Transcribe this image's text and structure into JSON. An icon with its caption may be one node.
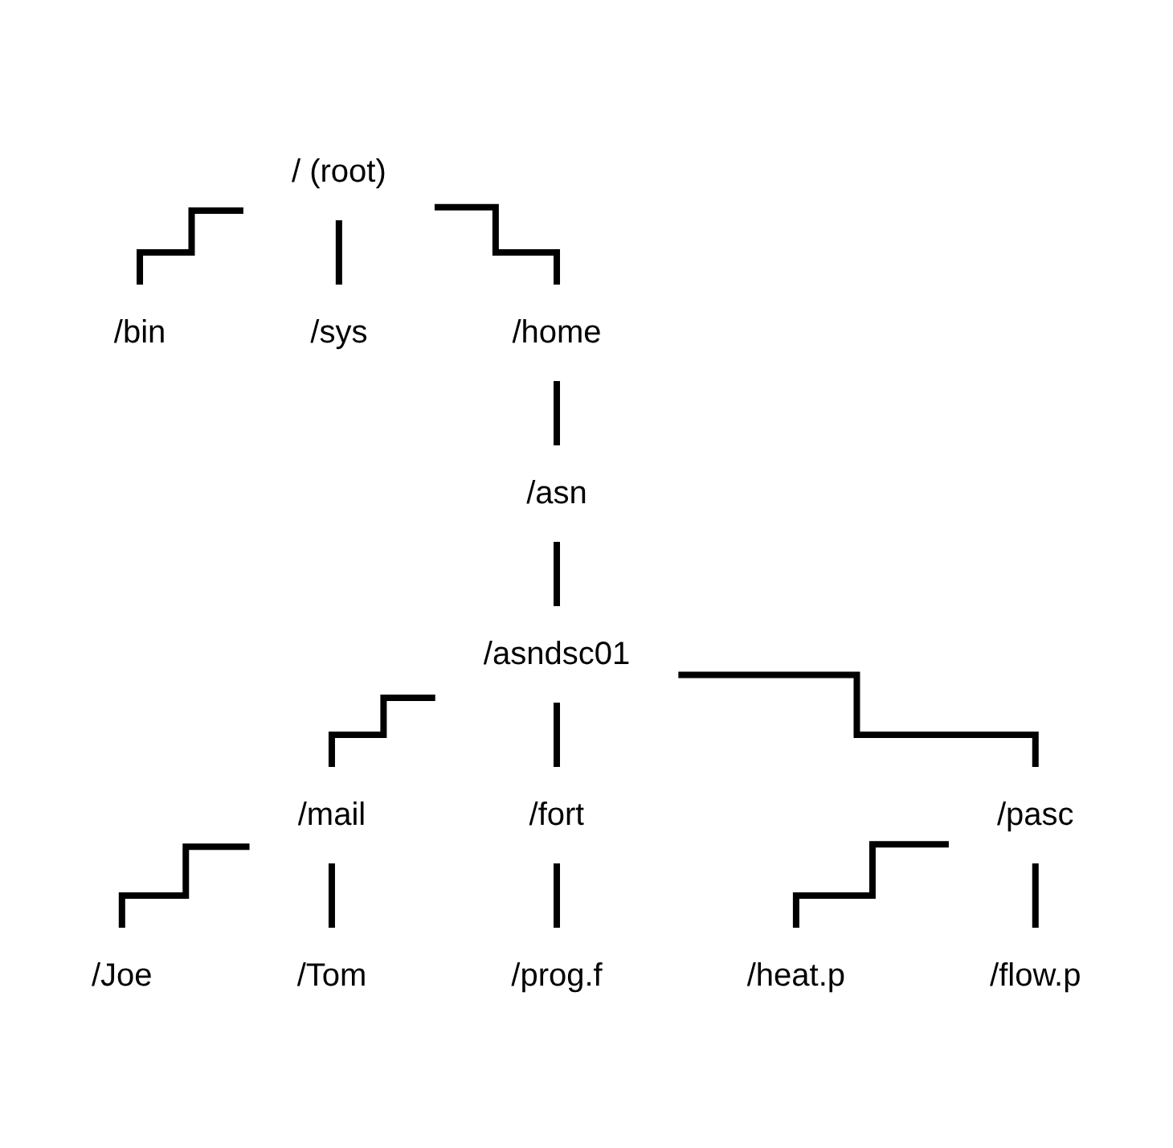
{
  "diagram": {
    "nodes": [
      {
        "text": [
          "/ (root)"
        ]
      },
      {
        "text": [
          "/bin"
        ]
      },
      {
        "text": [
          "/sys"
        ]
      },
      {
        "text": [
          "/home"
        ]
      },
      {
        "text": [
          "/asn"
        ]
      },
      {
        "text": [
          "/asndsc01"
        ]
      },
      {
        "text": [
          "/mail"
        ]
      },
      {
        "text": [
          "/fort"
        ]
      },
      {
        "text": [
          "/pasc"
        ]
      },
      {
        "text": [
          "/Joe"
        ]
      },
      {
        "text": [
          "/Tom"
        ]
      },
      {
        "text": [
          "/prog.f"
        ]
      },
      {
        "text": [
          "/heat.p"
        ]
      },
      {
        "text": [
          "/flow.p"
        ]
      }
    ],
    "edges": [
      {
        "from": 0,
        "to": 1,
        "arrow": "none"
      },
      {
        "from": 0,
        "to": 2,
        "arrow": "none"
      },
      {
        "from": 0,
        "to": 3,
        "arrow": "none"
      },
      {
        "from": 3,
        "to": 4,
        "arrow": "none"
      },
      {
        "from": 4,
        "to": 5,
        "arrow": "none"
      },
      {
        "from": 5,
        "to": 6,
        "arrow": "none"
      },
      {
        "from": 5,
        "to": 7,
        "arrow": "none"
      },
      {
        "from": 5,
        "to": 8,
        "arrow": "none"
      },
      {
        "from": 6,
        "to": 9,
        "arrow": "none"
      },
      {
        "from": 6,
        "to": 10,
        "arrow": "none"
      },
      {
        "from": 7,
        "to": 11,
        "arrow": "none"
      },
      {
        "from": 8,
        "to": 12,
        "arrow": "none"
      },
      {
        "from": 8,
        "to": 13,
        "arrow": "none"
      }
    ]
  }
}
